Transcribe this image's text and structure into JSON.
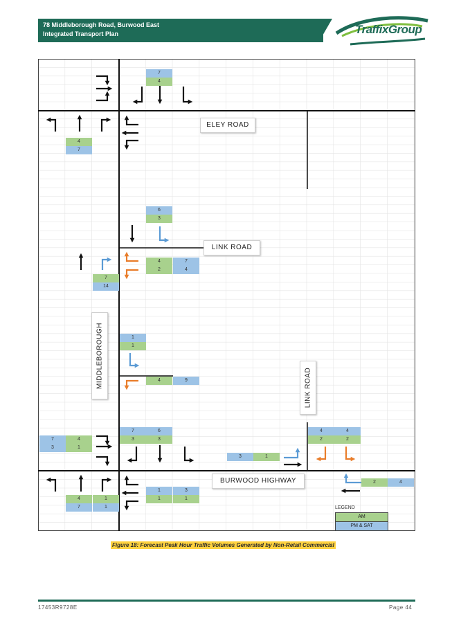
{
  "header": {
    "line1": "78 Middleborough Road, Burwood East",
    "line2": "Integrated Transport Plan",
    "logo": "TraffixGroup"
  },
  "roads": {
    "eley": "ELEY ROAD",
    "link_road_h": "LINK ROAD",
    "middleborough": "MIDDLEBOROUGH",
    "link_road_v": "LINK ROAD",
    "burwood": "BURWOOD HIGHWAY"
  },
  "volumes": {
    "top_am": "4",
    "top_pm": "7",
    "eley_left_am": "4",
    "eley_left_pm": "7",
    "link_top_pm": "6",
    "link_top_am": "3",
    "link_right_am1": "4",
    "link_right_am2": "2",
    "link_right_pm1": "7",
    "link_right_pm2": "4",
    "link_left_am": "7",
    "link_left_pm": "14",
    "mid_pm1": "1",
    "mid_am1": "1",
    "access_am": "4",
    "access_pm": "9",
    "bw_top_pm1": "7",
    "bw_top_pm2": "6",
    "bw_top_am1": "3",
    "bw_top_am2": "3",
    "bw_left_pm1": "7",
    "bw_left_pm2": "3",
    "bw_left_am1": "4",
    "bw_left_am2": "1",
    "bw_mid_pm": "3",
    "bw_mid_am": "1",
    "lr_pm1": "4",
    "lr_pm2": "4",
    "lr_am1": "2",
    "lr_am2": "2",
    "bw_east_am": "2",
    "bw_east_pm": "4",
    "bw_bottom_pm1": "1",
    "bw_bottom_pm2": "3",
    "bw_bottom_am1": "1",
    "bw_bottom_am2": "1",
    "bw_south_am1": "4",
    "bw_south_am2": "1",
    "bw_south_pm1": "7",
    "bw_south_pm2": "1"
  },
  "legend": {
    "title": "LEGEND",
    "am": "AM",
    "pm": "PM & SAT"
  },
  "caption": "Figure 18:  Forecast Peak Hour Traffic Volumes Generated by Non-Retail Commercial",
  "footer": {
    "doc_id": "17453R9728E",
    "page": "Page 44"
  },
  "colors": {
    "brand": "#1e6b57",
    "am": "#a8d18d",
    "pm": "#9dc3e6",
    "arrow_orange": "#e97d2a",
    "arrow_blue": "#5b9bd5",
    "caption_bg": "#ffd23f"
  }
}
